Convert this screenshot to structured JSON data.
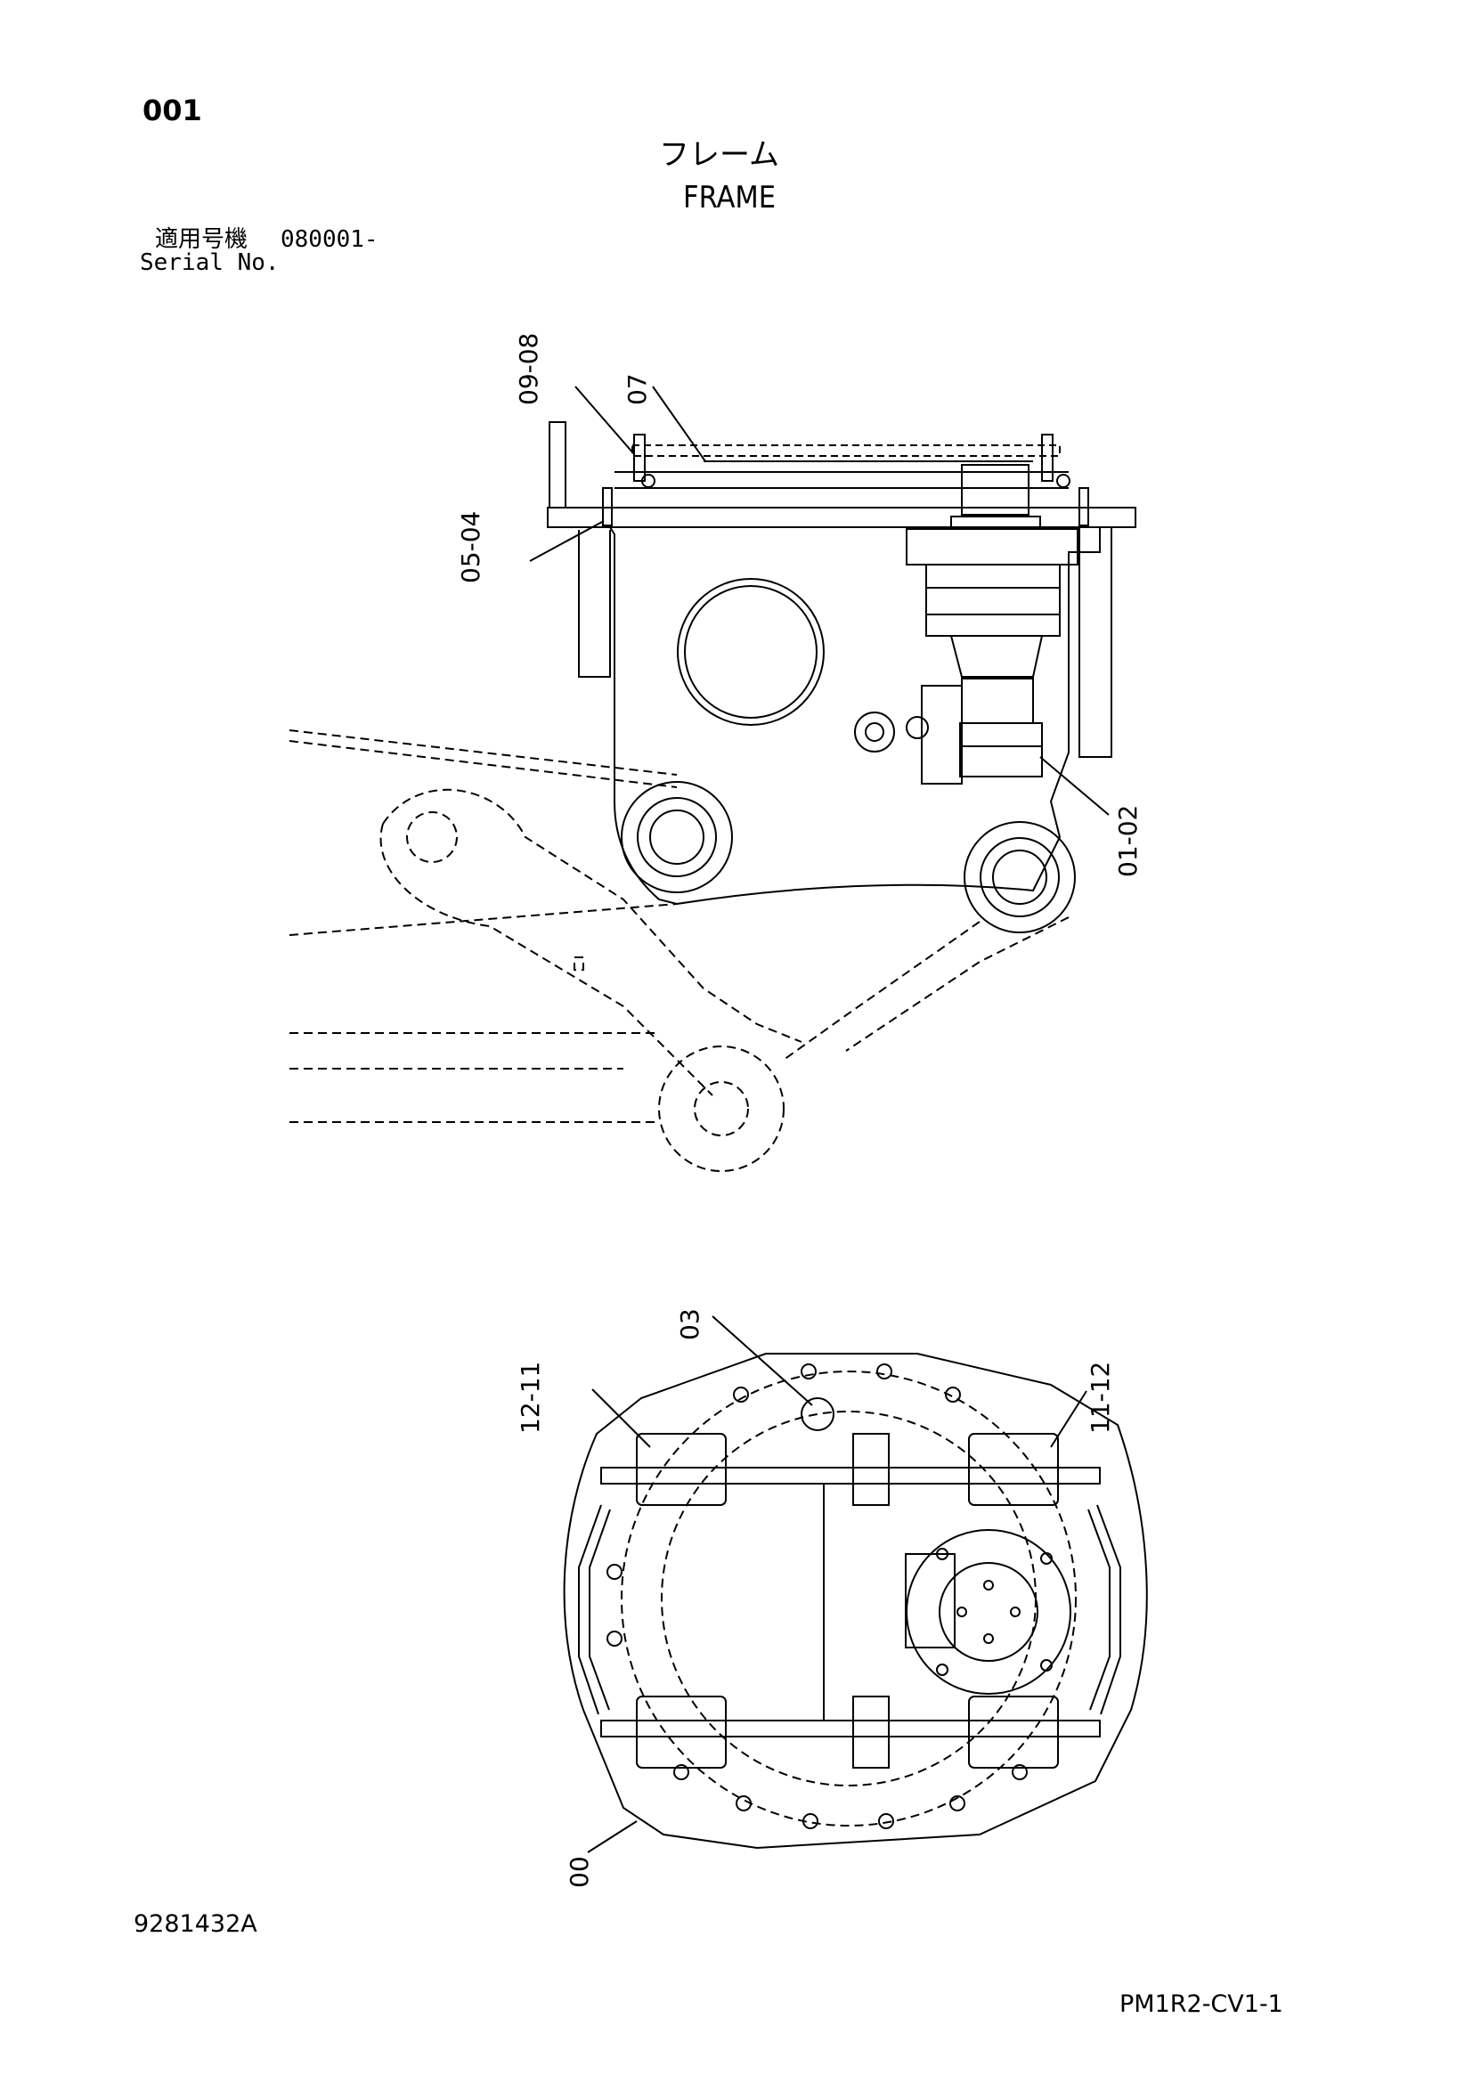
{
  "header": {
    "page_number": "001",
    "title_jp": "フレーム",
    "title_en": "FRAME",
    "serial_label_jp": "適用号機",
    "serial_value": "080001-",
    "serial_label_en": "Serial No."
  },
  "callouts": {
    "c_09_08": "09-08",
    "c_07": "07",
    "c_05_04": "05-04",
    "c_01_02": "01-02",
    "c_03": "03",
    "c_12_11_left": "12-11",
    "c_11_12_right": "11-12",
    "c_00": "00"
  },
  "footer": {
    "doc_number": "9281432A",
    "page_code": "PM1R2-CV1-1"
  }
}
